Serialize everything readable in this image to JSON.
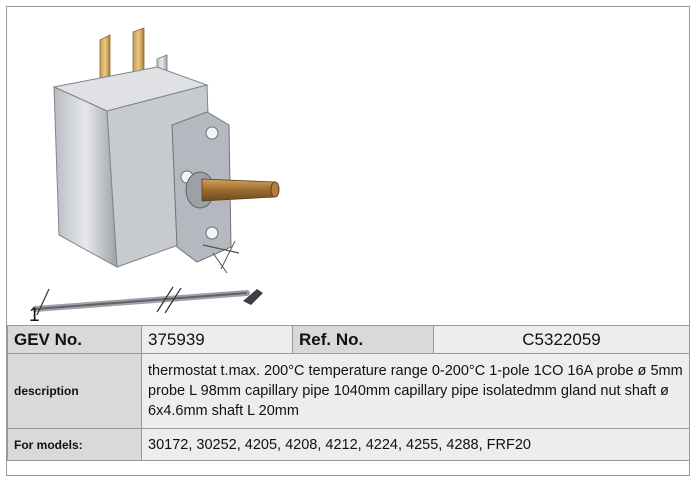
{
  "figure": {
    "number": "1"
  },
  "table": {
    "gev_label": "GEV No.",
    "gev_value": "375939",
    "ref_label": "Ref. No.",
    "ref_value": "C5322059",
    "description_label": "description",
    "description_value": "thermostat t.max. 200°C temperature range 0-200°C 1-pole 1CO 16A probe ø 5mm probe L 98mm capillary pipe 1040mm capillary pipe isolatedmm gland nut shaft ø 6x4.6mm shaft L 20mm",
    "models_label": "For models:",
    "models_value": "30172, 30252, 4205, 4208, 4212, 4224, 4255, 4288, FRF20"
  }
}
